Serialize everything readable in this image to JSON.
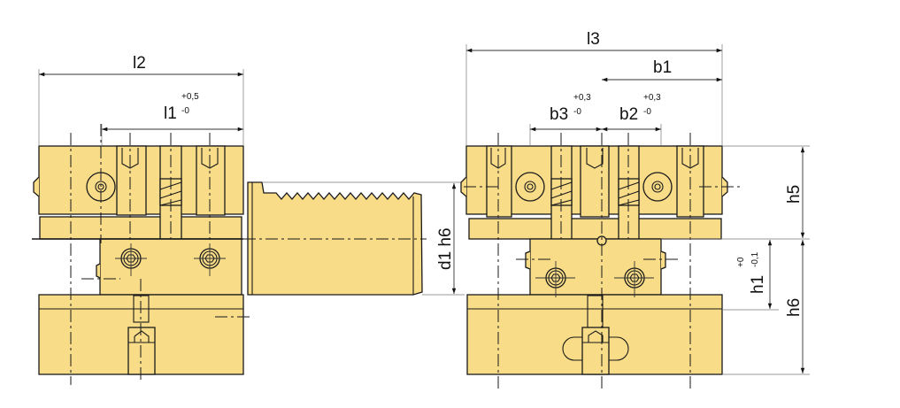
{
  "title": "Toolholder technical drawing",
  "colors": {
    "part_fill": "#f8dc88",
    "line": "#1a1a1a"
  },
  "dimensions": {
    "l2": "l2",
    "l1": {
      "label": "l1",
      "upper": "+0,5",
      "lower": "-0"
    },
    "d1": "d1  h6",
    "l3": "l3",
    "b1": "b1",
    "b3": {
      "label": "b3",
      "upper": "+0,3",
      "lower": "-0"
    },
    "b2": {
      "label": "b2",
      "upper": "+0,3",
      "lower": "-0"
    },
    "h5": "h5",
    "h1": {
      "label": "h1",
      "upper": "+0",
      "lower": "-0,1"
    },
    "h6": "h6"
  }
}
